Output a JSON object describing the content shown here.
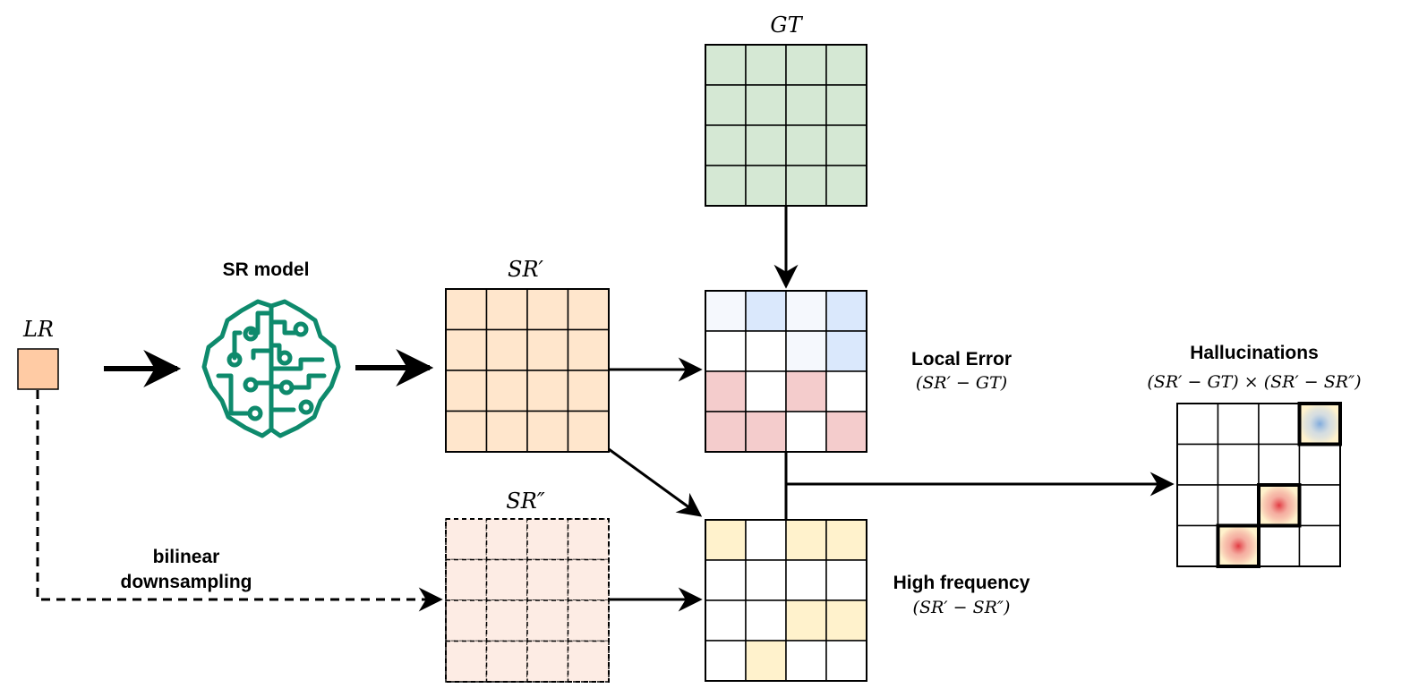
{
  "labels": {
    "lr": "LR",
    "sr_model": "SR model",
    "sr_prime": "SR′",
    "sr_double_prime": "SR″",
    "gt": "GT",
    "bilinear_line1": "bilinear",
    "bilinear_line2": "downsampling",
    "local_error_title": "Local Error",
    "local_error_formula": "(SR′ − GT)",
    "high_freq_title": "High frequency",
    "high_freq_formula": "(SR′ − SR″)",
    "hallucinations_title": "Hallucinations",
    "hallucinations_formula": "(SR′ − GT) × (SR′ − SR″)"
  },
  "colors": {
    "lr_fill": "#ffcba4",
    "sr_prime_fill": "#ffe6cc",
    "sr_double_prime_fill": "#fdece4",
    "gt_fill": "#d5e8d4",
    "error_blue": "#dae8fc",
    "error_light": "#f5f8fd",
    "error_red": "#f4cccc",
    "freq_yellow": "#fff2cc",
    "brain_green": "#0e8a6c",
    "hallucination_red": "#e0303a",
    "hallucination_blue": "#6a9fe0",
    "stroke": "#000000"
  },
  "grids": {
    "local_error": [
      [
        "light",
        "blue",
        "light",
        "blue"
      ],
      [
        "white",
        "white",
        "light",
        "blue"
      ],
      [
        "red",
        "white",
        "red",
        "white"
      ],
      [
        "red",
        "red",
        "white",
        "red"
      ]
    ],
    "high_frequency": [
      [
        "yellow",
        "white",
        "yellow",
        "yellow"
      ],
      [
        "white",
        "white",
        "white",
        "white"
      ],
      [
        "white",
        "white",
        "yellow",
        "yellow"
      ],
      [
        "white",
        "yellow",
        "white",
        "white"
      ]
    ],
    "hallucinations": [
      [
        "none",
        "none",
        "none",
        "blue"
      ],
      [
        "none",
        "none",
        "none",
        "none"
      ],
      [
        "none",
        "none",
        "red",
        "none"
      ],
      [
        "none",
        "red",
        "none",
        "none"
      ]
    ]
  }
}
